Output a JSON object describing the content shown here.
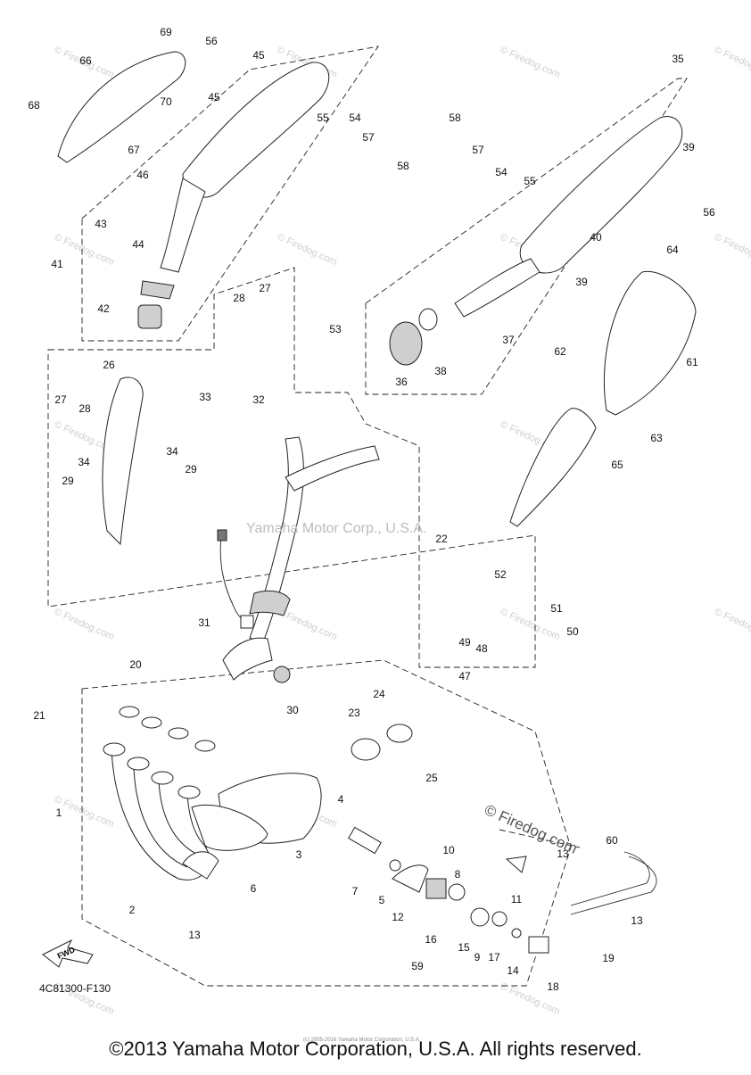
{
  "diagram": {
    "code": "4C81300-F130",
    "center_watermark": "Yamaha Motor Corp., U.S.A.",
    "firedog_mark": "© Firedog.com",
    "repeat_watermark": "© Firedog.com",
    "fwd_label": "FWD",
    "fine_print": "(c) 2005-2016 Yamaha Motor Corporation, U.S.A.",
    "copyright": "©2013 Yamaha Motor Corporation, U.S.A. All rights reserved.",
    "callouts": [
      "69",
      "56",
      "66",
      "68",
      "70",
      "67",
      "45",
      "45",
      "46",
      "55",
      "54",
      "57",
      "58",
      "43",
      "44",
      "41",
      "42",
      "28",
      "27",
      "53",
      "26",
      "27",
      "28",
      "33",
      "32",
      "34",
      "34",
      "29",
      "29",
      "31",
      "22",
      "30",
      "20",
      "21",
      "1",
      "2",
      "13",
      "3",
      "6",
      "4",
      "7",
      "5",
      "23",
      "24",
      "25",
      "10",
      "12",
      "8",
      "16",
      "15",
      "9",
      "17",
      "14",
      "18",
      "19",
      "11",
      "13",
      "59",
      "60",
      "13",
      "35",
      "58",
      "57",
      "54",
      "55",
      "39",
      "56",
      "40",
      "39",
      "64",
      "62",
      "37",
      "36",
      "38",
      "61",
      "63",
      "65",
      "52",
      "51",
      "50",
      "49",
      "48",
      "47"
    ]
  }
}
